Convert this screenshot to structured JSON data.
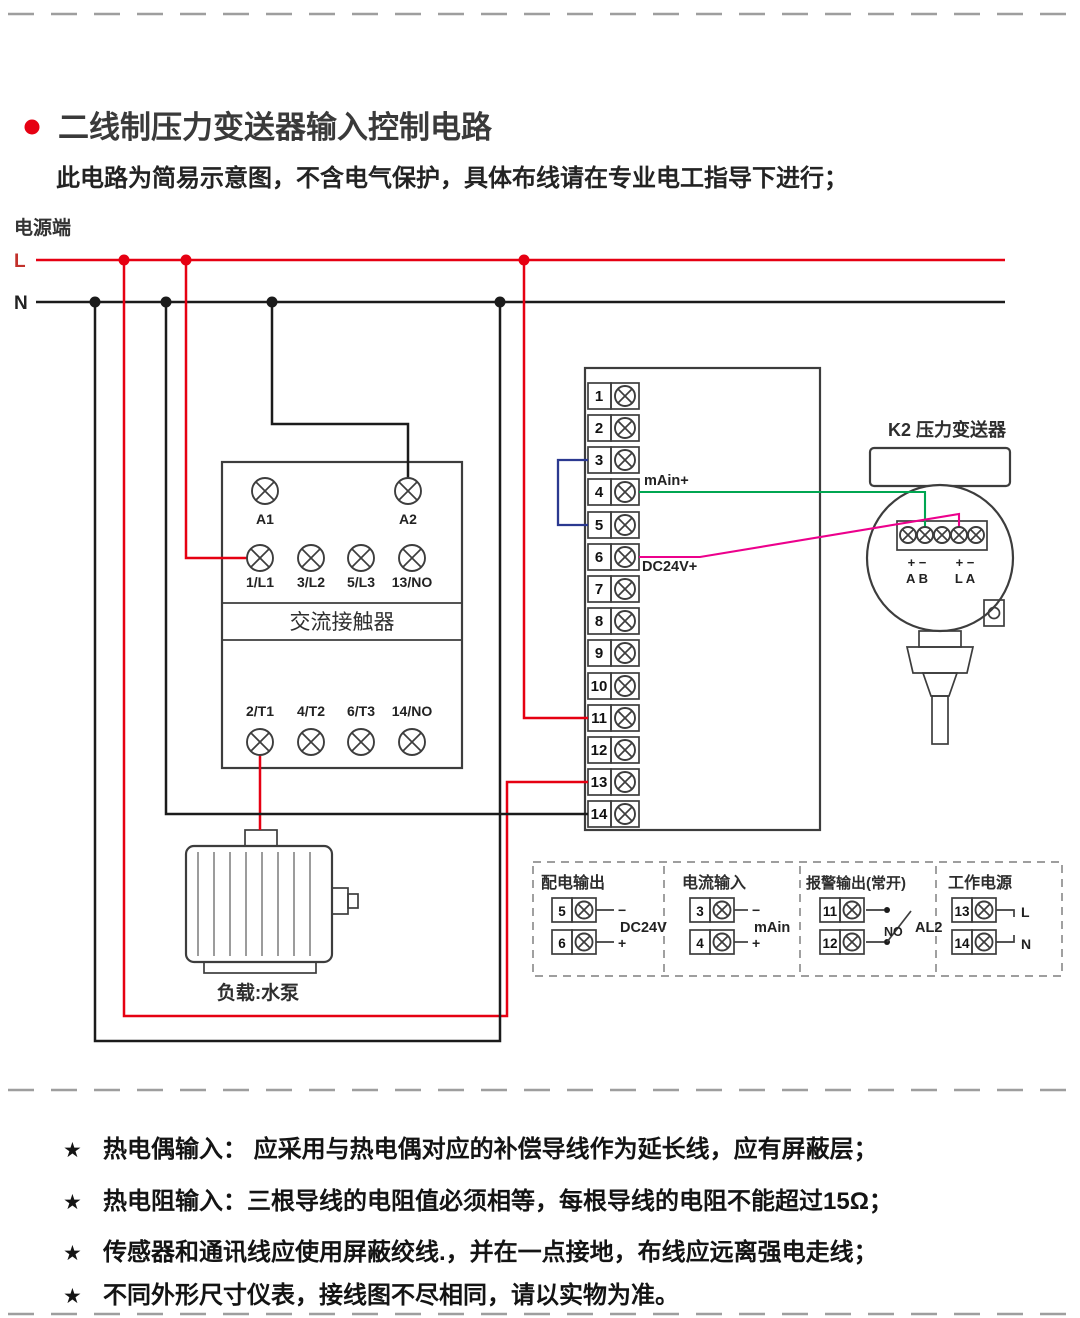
{
  "header": {
    "title": "二线制压力变送器输入控制电路",
    "subtitle": "此电路为简易示意图，不含电气保护，具体布线请在专业电工指导下进行；"
  },
  "power": {
    "label": "电源端",
    "l": "L",
    "n": "N"
  },
  "contactor": {
    "title": "交流接触器",
    "coil_a1": "A1",
    "coil_a2": "A2",
    "in_terminals": [
      "1/L1",
      "3/L2",
      "5/L3",
      "13/NO"
    ],
    "out_terminals": [
      "2/T1",
      "4/T2",
      "6/T3",
      "14/NO"
    ]
  },
  "terminal_strip": {
    "numbers": [
      "1",
      "2",
      "3",
      "4",
      "5",
      "6",
      "7",
      "8",
      "9",
      "10",
      "11",
      "12",
      "13",
      "14"
    ],
    "main_label": "mAin+",
    "dc24v_label": "DC24V+"
  },
  "transmitter": {
    "title": "K2 压力变送器",
    "signs_left": "+ −",
    "signs_right": "+ −",
    "letters_left": "A B",
    "letters_right": "L A"
  },
  "load": {
    "label": "负载:水泵"
  },
  "legend": {
    "dist_output": {
      "title": "配电输出",
      "n1": "5",
      "n2": "6",
      "s1": "−",
      "s2": "+",
      "label": "DC24V"
    },
    "current_input": {
      "title": "电流输入",
      "n1": "3",
      "n2": "4",
      "s1": "−",
      "s2": "+",
      "label": "mAin"
    },
    "alarm_output": {
      "title": "报警输出(常开)",
      "n1": "11",
      "n2": "12",
      "no_label": "NO",
      "label": "AL2"
    },
    "work_power": {
      "title": "工作电源",
      "n1": "13",
      "n2": "14",
      "s1": "L",
      "s2": "N"
    }
  },
  "notes": {
    "star": "★",
    "items": [
      "热电偶输入： 应采用与热电偶对应的补偿导线作为延长线，应有屏蔽层；",
      "热电阻输入：三根导线的电阻值必须相等，每根导线的电阻不能超过15Ω；",
      "传感器和通讯线应使用屏蔽绞线.，并在一点接地，布线应远离强电走线；",
      "不同外形尺寸仪表，接线图不尽相同，请以实物为准。"
    ]
  },
  "colors": {
    "live_wire": "#e60012",
    "neutral_wire": "#1b1b1b",
    "jumper_blue": "#2b3990",
    "signal_green": "#00a651",
    "signal_magenta": "#ec008c"
  }
}
